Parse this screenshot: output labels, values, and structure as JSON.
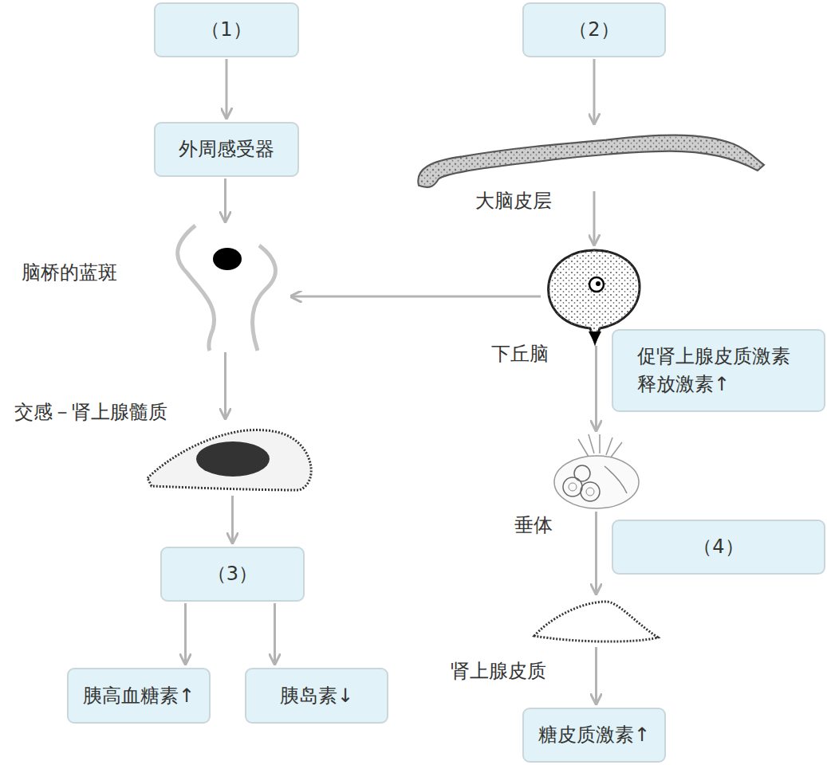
{
  "diagram": {
    "nodes": [
      {
        "text": [
          "（1）"
        ]
      },
      {
        "text": [
          "（2）"
        ]
      },
      {
        "text": [
          "外周感受器"
        ]
      },
      {
        "text": [
          "大脑皮层"
        ]
      },
      {
        "text": [
          "脑桥的蓝斑"
        ]
      },
      {
        "text": [
          "下丘脑"
        ]
      },
      {
        "text": [
          "促肾上腺皮质激素释放激素↑"
        ]
      },
      {
        "text": [
          "交感－肾上腺髓质"
        ]
      },
      {
        "text": [
          "垂体"
        ]
      },
      {
        "text": [
          "（4）"
        ]
      },
      {
        "text": [
          "（3）"
        ]
      },
      {
        "text": [
          "肾上腺皮质"
        ]
      },
      {
        "text": [
          "胰高血糖素↑"
        ]
      },
      {
        "text": [
          "胰岛素↓"
        ]
      },
      {
        "text": [
          "糖皮质激素↑"
        ]
      }
    ],
    "edges": [
      {
        "from": 0,
        "to": 2,
        "arrow": "to"
      },
      {
        "from": 2,
        "to": 4,
        "arrow": "to"
      },
      {
        "from": 1,
        "to": 3,
        "arrow": "to"
      },
      {
        "from": 3,
        "to": 5,
        "arrow": "to"
      },
      {
        "from": 5,
        "to": 4,
        "arrow": "to"
      },
      {
        "from": 4,
        "to": 7,
        "arrow": "to"
      },
      {
        "from": 7,
        "to": 10,
        "arrow": "to"
      },
      {
        "from": 10,
        "to": 12,
        "arrow": "to"
      },
      {
        "from": 10,
        "to": 13,
        "arrow": "to"
      },
      {
        "from": 5,
        "to": 8,
        "arrow": "to"
      },
      {
        "from": 8,
        "to": 11,
        "arrow": "to"
      },
      {
        "from": 11,
        "to": 14,
        "arrow": "to"
      }
    ]
  }
}
